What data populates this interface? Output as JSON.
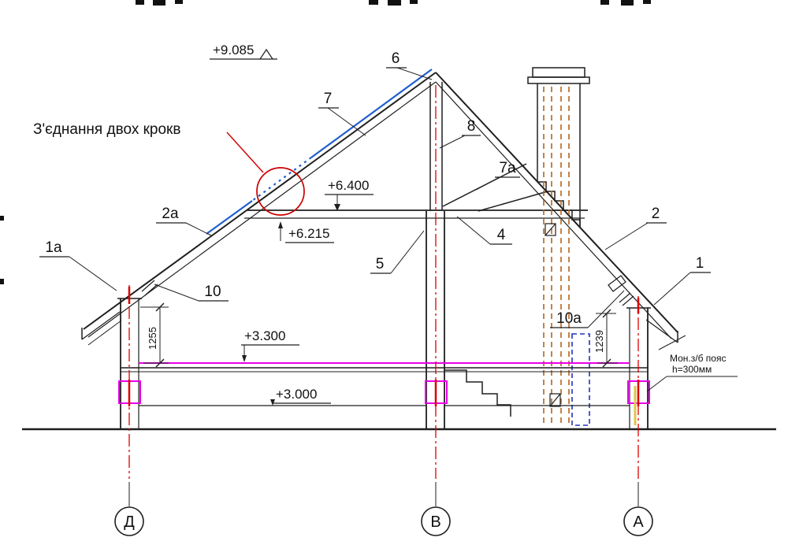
{
  "drawing": {
    "type": "building-cross-section",
    "language": "uk"
  },
  "elevations": {
    "ridge": "+9.085",
    "collar_top": "+6.400",
    "collar_under": "+6.215",
    "ceiling": "+3.300",
    "floor": "+3.000"
  },
  "callouts": {
    "n1": "1",
    "n1a": "1а",
    "n2": "2",
    "n2a": "2а",
    "n4": "4",
    "n5": "5",
    "n6": "6",
    "n7": "7",
    "n7a": "7а",
    "n8": "8",
    "n10": "10",
    "n10a": "10а"
  },
  "annotations": {
    "rafter_joint": "З'єднання двох крокв",
    "belt_line1": "Мон.з/б пояс",
    "belt_line2": "h=300мм"
  },
  "dimensions": {
    "left_height": "1255",
    "right_height": "1239"
  },
  "axes": {
    "left": "Д",
    "center": "В",
    "right": "А"
  },
  "colors": {
    "line": "#1f1f1f",
    "annotation_red": "#cc0000",
    "axis_red": "#dd0000",
    "slab_magenta": "#e800e8",
    "rafter_blue": "#1f5fd0",
    "chimney_dash": "#b4641e",
    "hidden_blue": "#2233bb",
    "belt_yellow": "#e2c44a"
  }
}
